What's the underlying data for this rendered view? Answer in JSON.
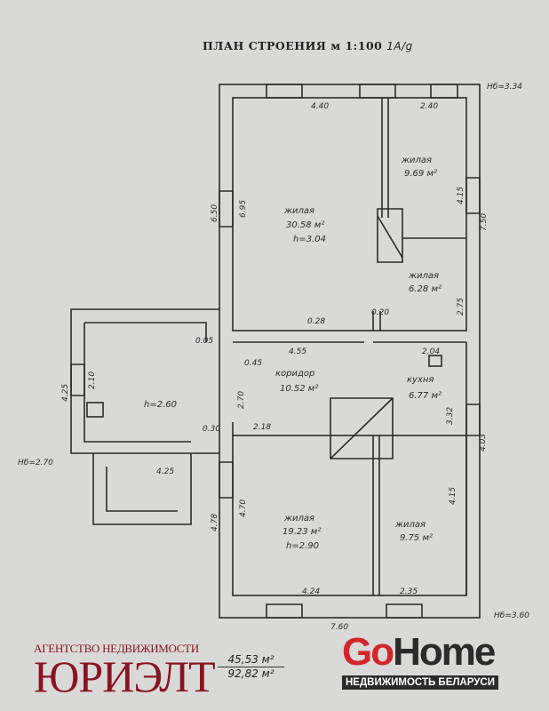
{
  "title": {
    "text": "ПЛАН СТРОЕНИЯ м 1:100",
    "note": "1А/g"
  },
  "heights": {
    "top_right": "Hб=3.34",
    "left": "Hб=2.70",
    "bottom_right": "Hб=3.60"
  },
  "rooms": [
    {
      "name": "жилая",
      "area": "30.58 м²",
      "height": "h=3.04"
    },
    {
      "name": "жилая",
      "area": "9.69 м²"
    },
    {
      "name": "жилая",
      "area": "6.28 м²"
    },
    {
      "name": "коридор",
      "area": "10.52 м²"
    },
    {
      "name": "кухня",
      "area": "6.77 м²"
    },
    {
      "name": "жилая",
      "area": "19.23 м²",
      "height": "h=2.90"
    },
    {
      "name": "жилая",
      "area": "9.75 м²"
    },
    {
      "name": "",
      "area": "",
      "height": "h=2.60"
    }
  ],
  "dims": [
    "4.40",
    "2.40",
    "6.95",
    "6.50",
    "4.15",
    "7.50",
    "2.75",
    "0.28",
    "0.20",
    "4.55",
    "0.05",
    "0.45",
    "2.70",
    "2.04",
    "3.32",
    "4.03",
    "4.25",
    "2.10",
    "0.30",
    "2.18",
    "4.25",
    "4.70",
    "4.78",
    "4.15",
    "4.24",
    "2.35",
    "7.60"
  ],
  "totals": {
    "living": "45,53 м²",
    "total": "92,82 м²"
  },
  "agency": {
    "subtitle": "АГЕНТСТВО НЕДВИЖИМОСТИ",
    "name": "ЮРИЭЛТ"
  },
  "gohome": {
    "go": "Go",
    "home": "Home",
    "tagline": "НЕДВИЖИМОСТЬ БЕЛАРУСИ"
  }
}
